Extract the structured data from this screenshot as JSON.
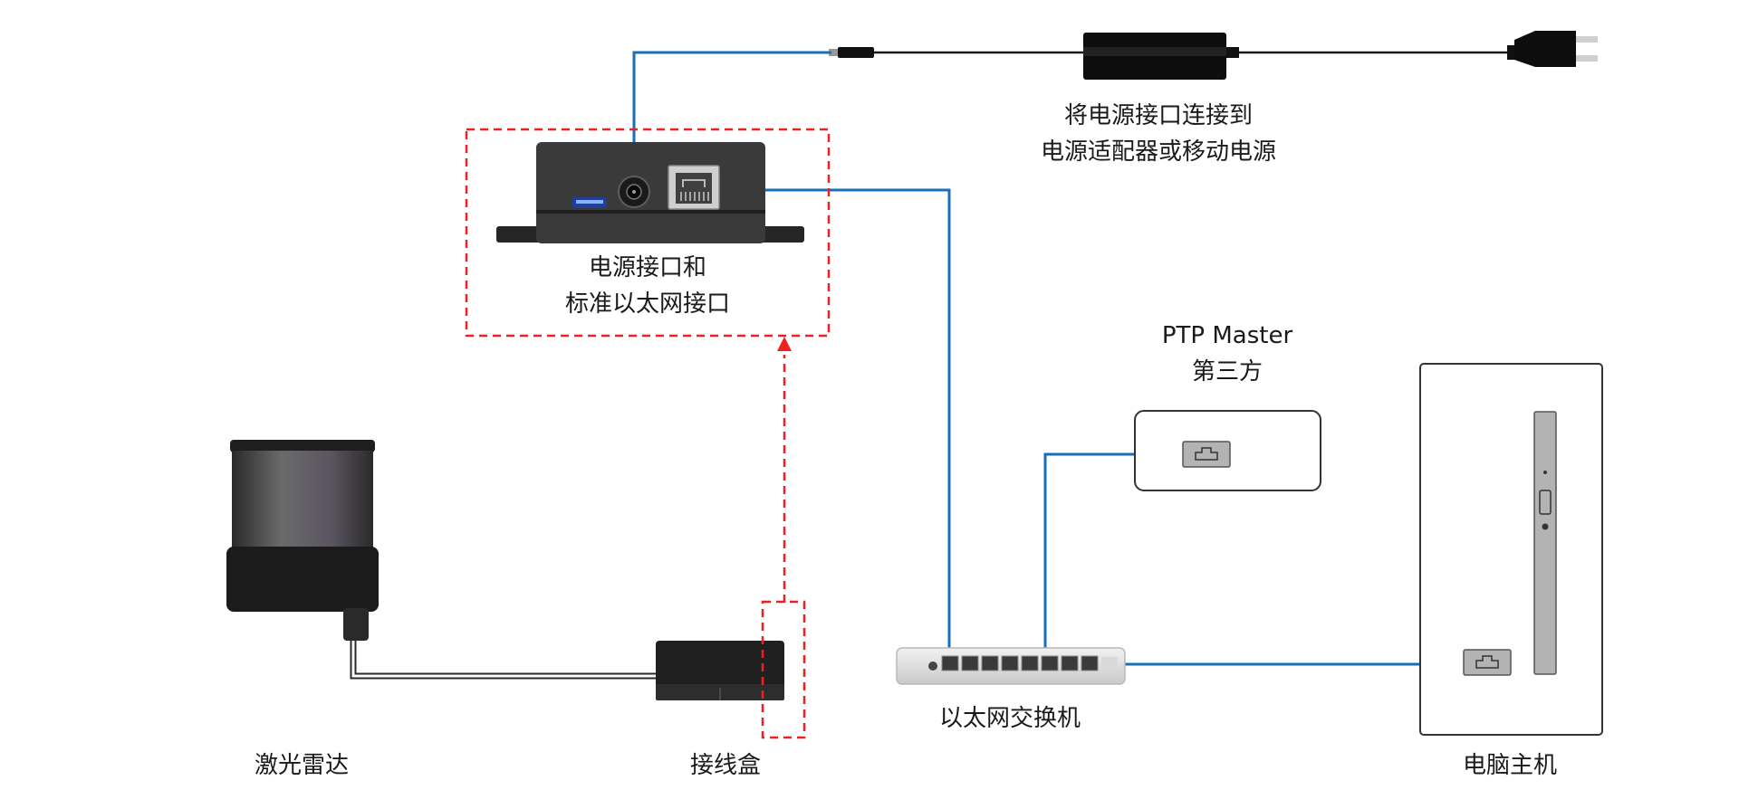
{
  "labels": {
    "power_adapter_line1": "将电源接口连接到",
    "power_adapter_line2": "电源适配器或移动电源",
    "box_interfaces_line1": "电源接口和",
    "box_interfaces_line2": "标准以太网接口",
    "ptp_line1": "PTP Master",
    "ptp_line2": "第三方",
    "lidar": "激光雷达",
    "junction_box": "接线盒",
    "switch": "以太网交换机",
    "computer": "电脑主机"
  },
  "colors": {
    "cable_blue": "#1a6fb8",
    "highlight_red": "#ee2020",
    "device_dark": "#2b2b2b",
    "port_gray": "#b3b3b3"
  },
  "icons": [
    "power-brick-icon",
    "wall-plug-icon",
    "rj45-port-icon",
    "usb-port-icon",
    "dc-jack-icon"
  ]
}
